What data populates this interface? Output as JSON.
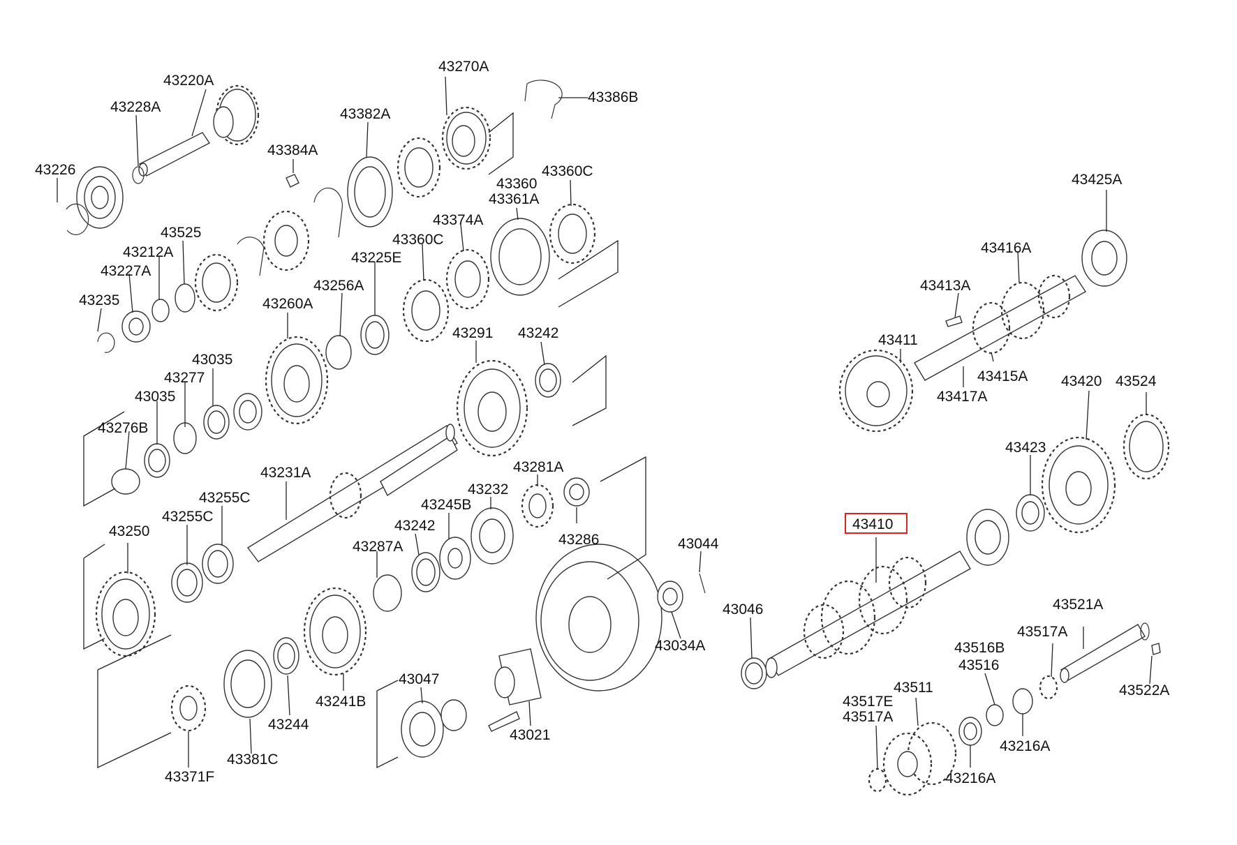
{
  "diagram": {
    "part_labels": [
      "43220A",
      "43228A",
      "43226",
      "43270A",
      "43386B",
      "43382A",
      "43384A",
      "43360",
      "43361A",
      "43360C",
      "43525",
      "43212A",
      "43227A",
      "43235",
      "43374A",
      "43360C",
      "43225E",
      "43256A",
      "43260A",
      "43035",
      "43277",
      "43035",
      "43276B",
      "43291",
      "43242",
      "43231A",
      "43255C",
      "43255C",
      "43250",
      "43232",
      "43281A",
      "43245B",
      "43242",
      "43287A",
      "43286",
      "43044",
      "43034A",
      "43047",
      "43241B",
      "43244",
      "43381C",
      "43371F",
      "43021",
      "43425A",
      "43416A",
      "43413A",
      "43411",
      "43415A",
      "43417A",
      "43420",
      "43524",
      "43423",
      "43410",
      "43046",
      "43521A",
      "43517A",
      "43516B",
      "43516",
      "43522A",
      "43511",
      "43517E",
      "43517A",
      "43216A",
      "43216A"
    ],
    "highlighted_label": "43410"
  },
  "colors": {
    "highlight": "#e02020",
    "line": "#222222",
    "text": "#111111"
  }
}
